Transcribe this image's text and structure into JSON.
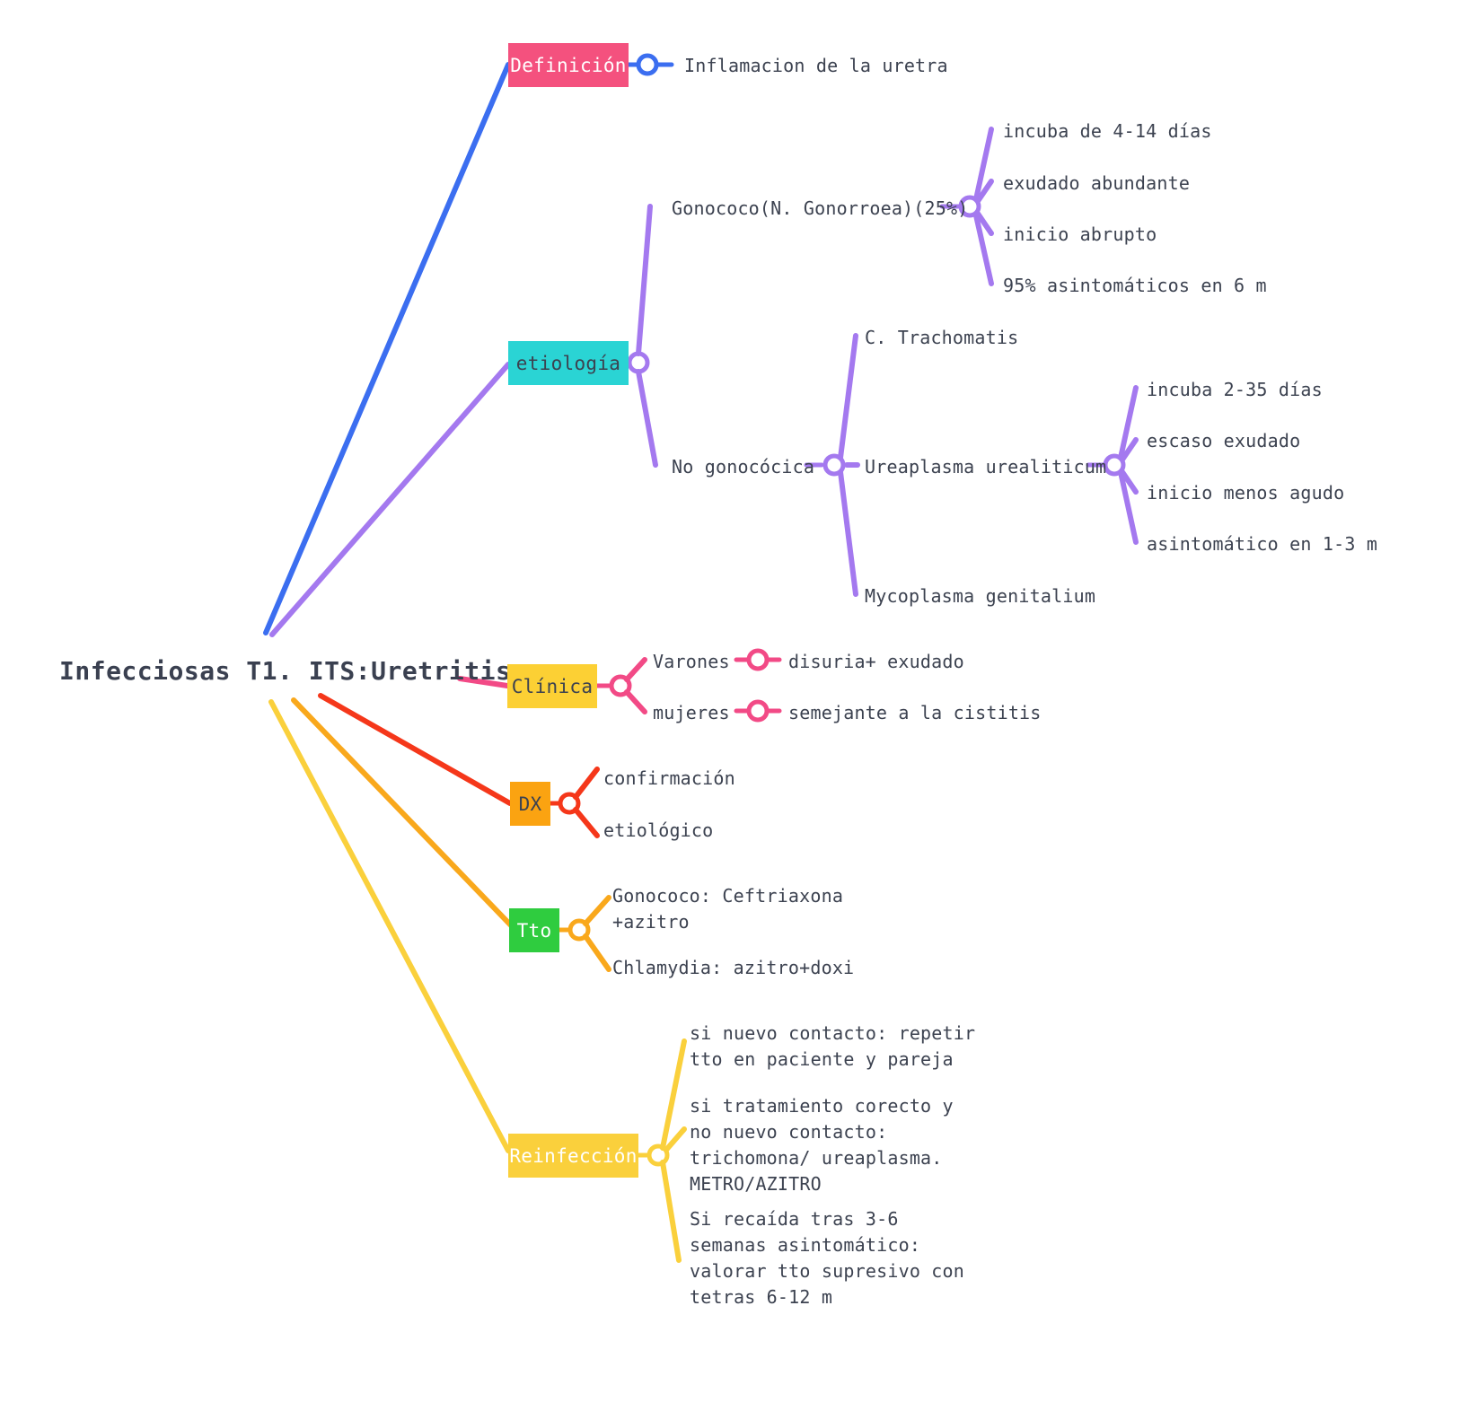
{
  "diagram": {
    "type": "mind-map",
    "background": "#ffffff",
    "root": {
      "label": "Infecciosas T1. ITS:Uretritis",
      "color": "#3a4050"
    },
    "palette": {
      "definicion": "#3b6ef0",
      "etiologia": "#a06ef0",
      "clinica": "#f24a86",
      "dx": "#f5371a",
      "tto": "#f79d12",
      "reinfeccion": "#fad03c",
      "text": "#3c4250"
    },
    "branches": [
      {
        "id": "definicion",
        "chip_label": "Definición",
        "chip_bg": "#f4517e",
        "chip_fg": "#ffffff",
        "edge_color": "#3b6ef0",
        "children": [
          {
            "label": "Inflamacion de la uretra"
          }
        ]
      },
      {
        "id": "etiologia",
        "chip_label": "etiología",
        "chip_bg": "#2ad4d4",
        "chip_fg": "#3c4250",
        "edge_color": "#a479ef",
        "children": [
          {
            "label": "Gonococo(N. Gonorroea)(25%)",
            "children": [
              {
                "label": "incuba de 4-14 días"
              },
              {
                "label": "exudado abundante"
              },
              {
                "label": "inicio abrupto"
              },
              {
                "label": "95% asintomáticos en 6 m"
              }
            ]
          },
          {
            "label": "No gonocócica",
            "children": [
              {
                "label": "C. Trachomatis"
              },
              {
                "label": "Ureaplasma urealiticum",
                "children": [
                  {
                    "label": "incuba 2-35 días"
                  },
                  {
                    "label": "escaso exudado"
                  },
                  {
                    "label": "inicio menos agudo"
                  },
                  {
                    "label": "asintomático en 1-3 m"
                  }
                ]
              },
              {
                "label": "Mycoplasma genitalium"
              }
            ]
          }
        ]
      },
      {
        "id": "clinica",
        "chip_label": "Clínica",
        "chip_bg": "#fcd034",
        "chip_fg": "#3c4250",
        "edge_color": "#f24a86",
        "children": [
          {
            "label": "Varones",
            "children": [
              {
                "label": "disuria+ exudado"
              }
            ]
          },
          {
            "label": "mujeres",
            "children": [
              {
                "label": "semejante a la cistitis"
              }
            ]
          }
        ]
      },
      {
        "id": "dx",
        "chip_label": "DX",
        "chip_bg": "#fba311",
        "chip_fg": "#3c4250",
        "edge_color": "#f5371a",
        "children": [
          {
            "label": "confirmación"
          },
          {
            "label": "etiológico"
          }
        ]
      },
      {
        "id": "tto",
        "chip_label": "Tto",
        "chip_bg": "#2fcc3f",
        "chip_fg": "#ffffff",
        "edge_color": "#f9a81c",
        "children": [
          {
            "label": "Gonococo: Ceftriaxona\n+azitro"
          },
          {
            "label": "Chlamydia: azitro+doxi"
          }
        ]
      },
      {
        "id": "reinfeccion",
        "chip_label": "Reinfección",
        "chip_bg": "#fad03c",
        "chip_fg": "#ffffff",
        "edge_color": "#fad03c",
        "children": [
          {
            "label": "si nuevo contacto: repetir\ntto en paciente y pareja"
          },
          {
            "label": "si tratamiento corecto y\nno nuevo contacto:\ntrichomona/ ureaplasma.\nMETRO/AZITRO"
          },
          {
            "label": "Si recaída tras 3-6\nsemanas asintomático:\nvalorar tto supresivo con\ntetras 6-12 m"
          }
        ]
      }
    ]
  }
}
